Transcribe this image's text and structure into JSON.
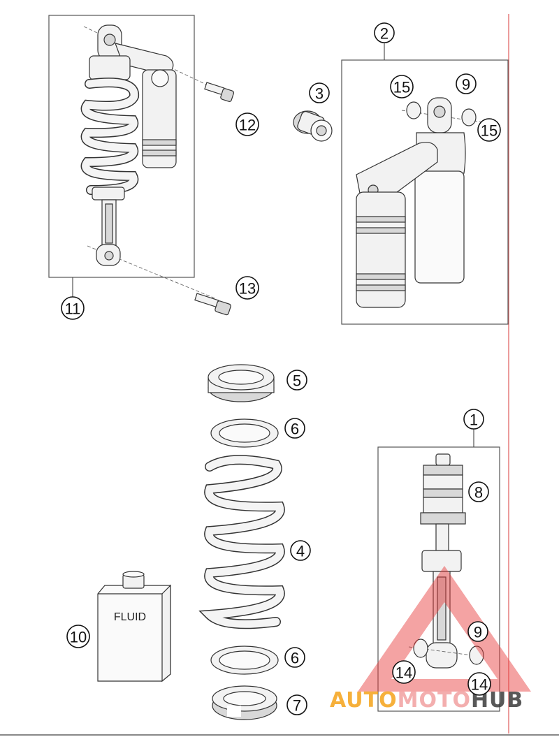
{
  "callouts": {
    "c1": "1",
    "c2": "2",
    "c3": "3",
    "c4": "4",
    "c5": "5",
    "c6a": "6",
    "c6b": "6",
    "c7": "7",
    "c8": "8",
    "c9a": "9",
    "c9b": "9",
    "c10": "10",
    "c11": "11",
    "c12": "12",
    "c13": "13",
    "c14a": "14",
    "c14b": "14",
    "c15a": "15",
    "c15b": "15"
  },
  "fluid_label": "FLUID",
  "watermark": {
    "part1": "AUTO",
    "part2": "MOTO",
    "part3": "HUB"
  },
  "colors": {
    "watermark_red": "#e83a3a",
    "watermark_orange": "#f5a31a",
    "watermark_pink": "#f2a0a0",
    "watermark_grey": "#3c3c3c",
    "edge_line_red": "#e05a5a"
  }
}
